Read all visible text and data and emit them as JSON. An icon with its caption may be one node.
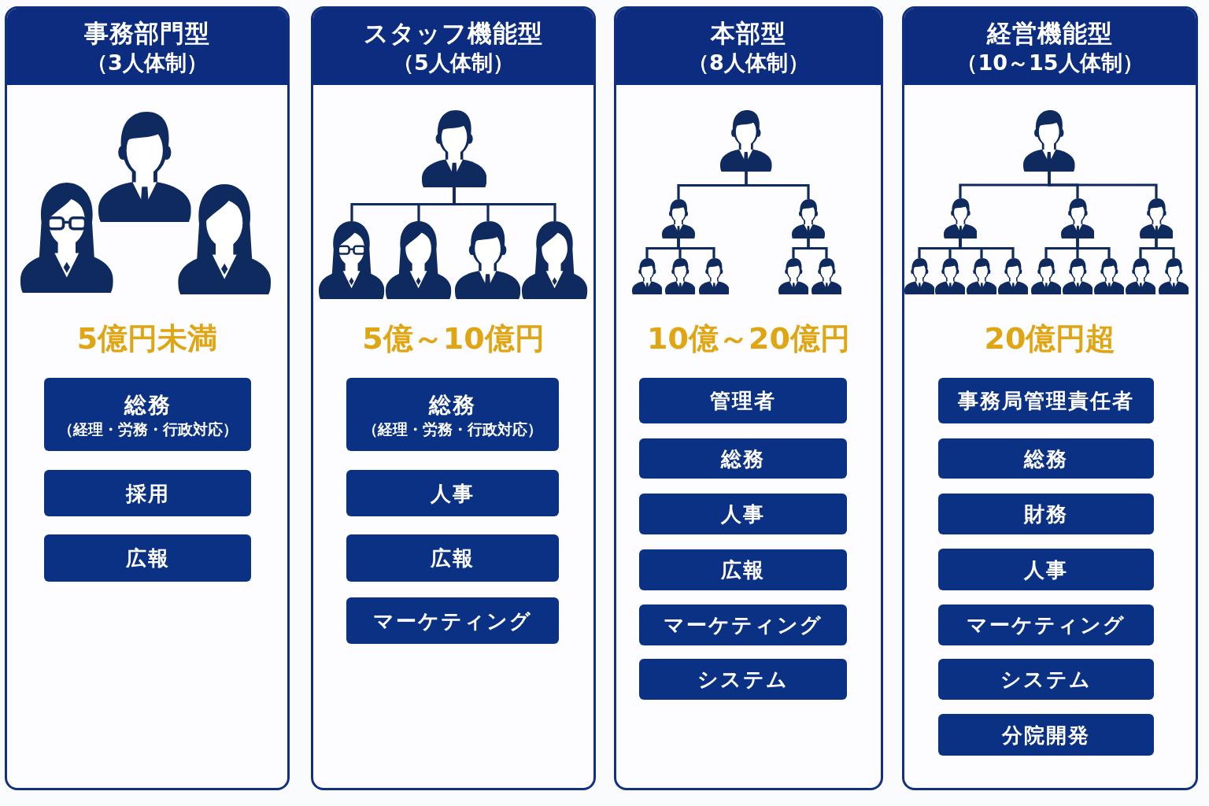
{
  "diagram": {
    "nodes": [
      {
        "text": [
          "事務部門型",
          "（3人体制）",
          "5億円未満"
        ]
      },
      {
        "text": [
          "総務",
          "（経理・労務・行政対応）"
        ],
        "in": 0
      },
      {
        "text": [
          "採用"
        ],
        "in": 0
      },
      {
        "text": [
          "広報"
        ],
        "in": 0
      },
      {
        "text": [
          "スタッフ機能型",
          "（5人体制）",
          "5億～10億円"
        ]
      },
      {
        "text": [],
        "shape": "person",
        "in": 4
      },
      {
        "text": [],
        "shape": "person",
        "in": 4
      },
      {
        "text": [],
        "shape": "person",
        "in": 4
      },
      {
        "text": [],
        "shape": "person",
        "in": 4
      },
      {
        "text": [],
        "shape": "person",
        "in": 4
      },
      {
        "text": [
          "総務",
          "（経理・労務・行政対応）"
        ],
        "in": 4
      },
      {
        "text": [
          "人事"
        ],
        "in": 4
      },
      {
        "text": [
          "広報"
        ],
        "in": 4
      },
      {
        "text": [
          "マーケティング"
        ],
        "in": 4
      },
      {
        "text": [
          "本部型",
          "（8人体制）",
          "10億～20億円"
        ]
      },
      {
        "text": [],
        "shape": "person",
        "in": 14
      },
      {
        "text": [],
        "shape": "person",
        "in": 14
      },
      {
        "text": [],
        "shape": "person",
        "in": 14
      },
      {
        "text": [],
        "shape": "person",
        "in": 14
      },
      {
        "text": [],
        "shape": "person",
        "in": 14
      },
      {
        "text": [],
        "shape": "person",
        "in": 14
      },
      {
        "text": [],
        "shape": "person",
        "in": 14
      },
      {
        "text": [],
        "shape": "person",
        "in": 14
      },
      {
        "text": [
          "管理者"
        ],
        "in": 14
      },
      {
        "text": [
          "総務"
        ],
        "in": 14
      },
      {
        "text": [
          "人事"
        ],
        "in": 14
      },
      {
        "text": [
          "広報"
        ],
        "in": 14
      },
      {
        "text": [
          "マーケティング"
        ],
        "in": 14
      },
      {
        "text": [
          "システム"
        ],
        "in": 14
      },
      {
        "text": [
          "経営機能型",
          "（10～15人体制）",
          "20億円超"
        ]
      },
      {
        "text": [],
        "shape": "person",
        "in": 29
      },
      {
        "text": [],
        "shape": "person",
        "in": 29
      },
      {
        "text": [],
        "shape": "person",
        "in": 29
      },
      {
        "text": [],
        "shape": "person",
        "in": 29
      },
      {
        "text": [],
        "shape": "person",
        "in": 29
      },
      {
        "text": [],
        "shape": "person",
        "in": 29
      },
      {
        "text": [],
        "shape": "person",
        "in": 29
      },
      {
        "text": [],
        "shape": "person",
        "in": 29
      },
      {
        "text": [],
        "shape": "person",
        "in": 29
      },
      {
        "text": [],
        "shape": "person",
        "in": 29
      },
      {
        "text": [],
        "shape": "person",
        "in": 29
      },
      {
        "text": [],
        "shape": "person",
        "in": 29
      },
      {
        "text": [],
        "shape": "person",
        "in": 29
      },
      {
        "text": [
          "事務局管理責任者"
        ],
        "in": 29
      },
      {
        "text": [
          "総務"
        ],
        "in": 29
      },
      {
        "text": [
          "財務"
        ],
        "in": 29
      },
      {
        "text": [
          "人事"
        ],
        "in": 29
      },
      {
        "text": [
          "マーケティング"
        ],
        "in": 29
      },
      {
        "text": [
          "システム"
        ],
        "in": 29
      },
      {
        "text": [
          "分院開発"
        ],
        "in": 29
      }
    ],
    "edges": [
      {
        "from": 5,
        "to": 6,
        "arrow": "none"
      },
      {
        "from": 5,
        "to": 7,
        "arrow": "none"
      },
      {
        "from": 5,
        "to": 8,
        "arrow": "none"
      },
      {
        "from": 5,
        "to": 9,
        "arrow": "none"
      },
      {
        "from": 15,
        "to": 16,
        "arrow": "none"
      },
      {
        "from": 15,
        "to": 17,
        "arrow": "none"
      },
      {
        "from": 16,
        "to": 18,
        "arrow": "none"
      },
      {
        "from": 16,
        "to": 19,
        "arrow": "none"
      },
      {
        "from": 16,
        "to": 20,
        "arrow": "none"
      },
      {
        "from": 17,
        "to": 21,
        "arrow": "none"
      },
      {
        "from": 17,
        "to": 22,
        "arrow": "none"
      },
      {
        "from": 30,
        "to": 31,
        "arrow": "none"
      },
      {
        "from": 30,
        "to": 32,
        "arrow": "none"
      },
      {
        "from": 30,
        "to": 33,
        "arrow": "none"
      },
      {
        "from": 31,
        "to": 34,
        "arrow": "none"
      },
      {
        "from": 31,
        "to": 35,
        "arrow": "none"
      },
      {
        "from": 31,
        "to": 36,
        "arrow": "none"
      },
      {
        "from": 31,
        "to": 37,
        "arrow": "none"
      },
      {
        "from": 32,
        "to": 38,
        "arrow": "none"
      },
      {
        "from": 32,
        "to": 39,
        "arrow": "none"
      },
      {
        "from": 32,
        "to": 40,
        "arrow": "none"
      },
      {
        "from": 33,
        "to": 41,
        "arrow": "none"
      },
      {
        "from": 33,
        "to": 42,
        "arrow": "none"
      }
    ]
  }
}
